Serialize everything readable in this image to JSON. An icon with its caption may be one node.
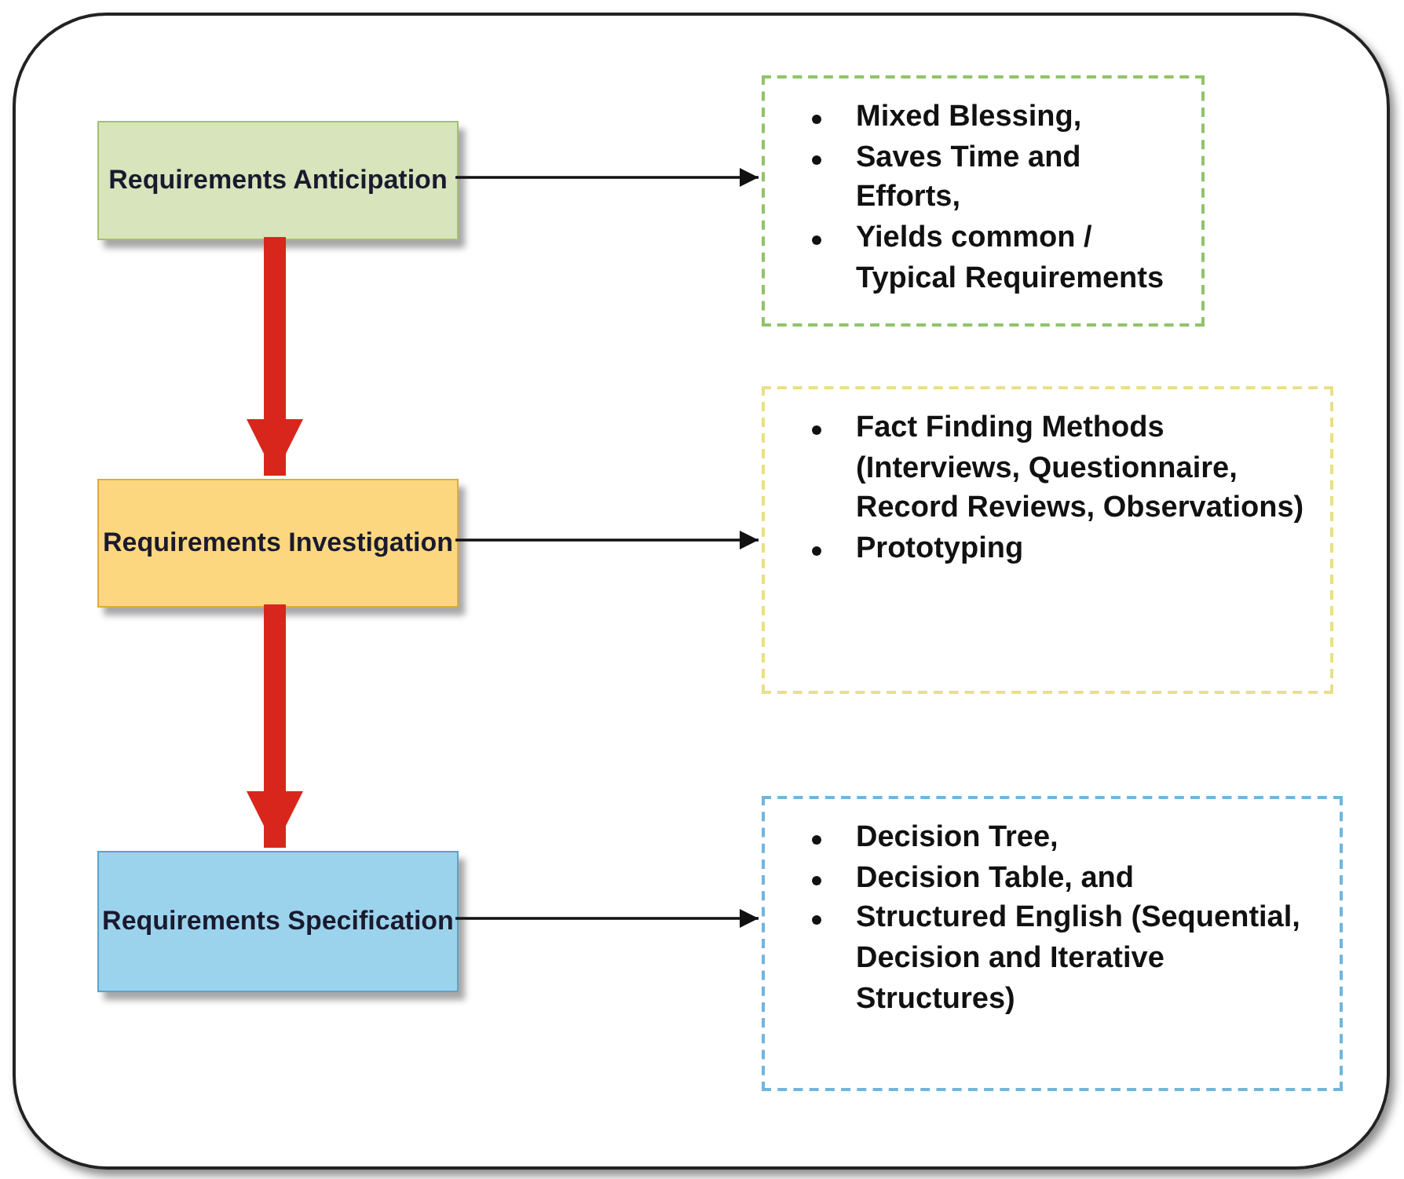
{
  "diagram": {
    "nodes": [
      {
        "text": [],
        "shape": "box"
      },
      {
        "text": [
          "Requirements Anticipation"
        ],
        "in": 0
      },
      {
        "text": [
          "Mixed Blessing,",
          "Saves Time and Efforts,",
          "Yields common / Typical Requirements"
        ],
        "in": 0
      },
      {
        "text": [
          "Requirements Investigation"
        ],
        "in": 0
      },
      {
        "text": [
          "Fact Finding Methods (Interviews, Questionnaire, Record Reviews, Observations)",
          "Prototyping"
        ],
        "in": 0
      },
      {
        "text": [
          "Requirements Specification"
        ],
        "in": 0
      },
      {
        "text": [
          "Decision Tree,",
          "Decision Table, and",
          "Structured English (Sequential, Decision and Iterative Structures)"
        ],
        "in": 0
      }
    ],
    "edges": [
      {
        "from": 1,
        "to": 2,
        "arrow": "to"
      },
      {
        "from": 1,
        "to": 3,
        "arrow": "to",
        "style": "thick",
        "color": "#d9261c"
      },
      {
        "from": 3,
        "to": 4,
        "arrow": "to"
      },
      {
        "from": 3,
        "to": 5,
        "arrow": "to",
        "style": "thick",
        "color": "#d9261c"
      },
      {
        "from": 5,
        "to": 6,
        "arrow": "to"
      }
    ]
  }
}
